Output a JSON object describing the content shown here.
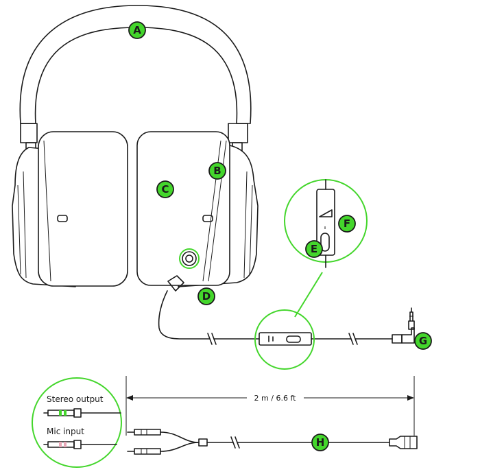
{
  "accent_color": "#44d62c",
  "labels": {
    "a": "A",
    "b": "B",
    "c": "C",
    "d": "D",
    "e": "E",
    "f": "F",
    "g": "G",
    "h": "H"
  },
  "cable_length": "2 m / 6.6 ft",
  "splitter": {
    "stereo_output": "Stereo output",
    "mic_input": "Mic input"
  }
}
